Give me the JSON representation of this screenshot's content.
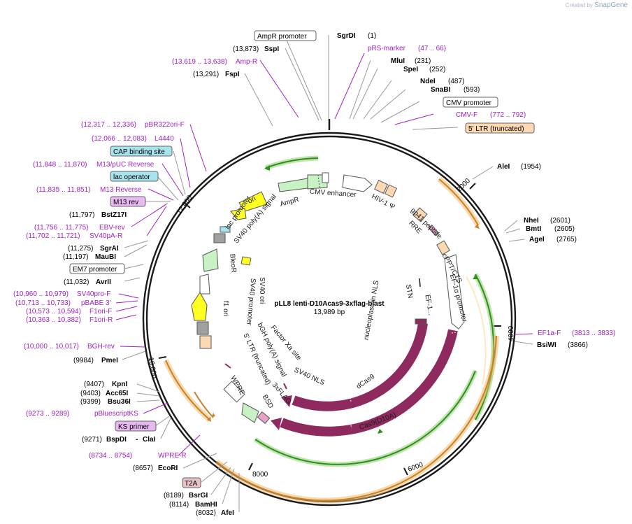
{
  "credit": {
    "prefix": "Created by",
    "brand": "SnapGene"
  },
  "plasmid": {
    "name": "pLL8 lenti-D10Acas9-3xflag-blast",
    "size": "13,989 bp"
  },
  "ticks": [
    "2000",
    "4000",
    "6000",
    "8000",
    "10,000",
    "12,000"
  ],
  "colors": {
    "primer": "#a020c8",
    "backbone": "#1a1a1a",
    "orange": "#f4b966",
    "green": "#72c44a",
    "maroon": "#8f2a5e"
  },
  "labels": {
    "l1": {
      "text": "SgrDI",
      "pos": "(1)"
    },
    "l2": {
      "text": "pRS-marker",
      "pos": "(47 .. 66)"
    },
    "l3": {
      "text": "MluI",
      "pos": "(231)"
    },
    "l4": {
      "text": "SpeI",
      "pos": "(252)"
    },
    "l5": {
      "text": "NdeI",
      "pos": "(487)"
    },
    "l6": {
      "text": "SnaBI",
      "pos": "(593)"
    },
    "l7": {
      "text": "CMV promoter"
    },
    "l8": {
      "text": "CMV-F",
      "pos": "(772 .. 792)"
    },
    "l9": {
      "text": "5' LTR (truncated)"
    },
    "l10": {
      "text": "AleI",
      "pos": "(1954)"
    },
    "l11": {
      "text": "NheI",
      "pos": "(2601)"
    },
    "l12": {
      "text": "BmtI",
      "pos": "(2605)"
    },
    "l13": {
      "text": "AgeI",
      "pos": "(2765)"
    },
    "l14": {
      "text": "EF1a-F",
      "pos": "(3813 .. 3833)"
    },
    "l15": {
      "text": "BsiWI",
      "pos": "(3866)"
    },
    "l16": {
      "text": "AmpR promoter"
    },
    "l17": {
      "text": "SspI",
      "pos": "(13,873)"
    },
    "l18": {
      "text": "Amp-R",
      "pos": "(13,619 .. 13,638)"
    },
    "l19": {
      "text": "FspI",
      "pos": "(13,291)"
    },
    "l20": {
      "text": "pBR322ori-F",
      "pos": "(12,317 .. 12,336)"
    },
    "l21": {
      "text": "L4440",
      "pos": "(12,066 .. 12,083)"
    },
    "l22": {
      "text": "CAP binding site"
    },
    "l23": {
      "text": "M13/pUC Reverse",
      "pos": "(11,848 .. 11,870)"
    },
    "l24": {
      "text": "lac operator"
    },
    "l25": {
      "text": "M13 Reverse",
      "pos": "(11,835 .. 11,851)"
    },
    "l26": {
      "text": "M13 rev"
    },
    "l27": {
      "text": "BstZ17I",
      "pos": "(11,797)"
    },
    "l28": {
      "text": "EBV-rev",
      "pos": "(11,756 .. 11,775)"
    },
    "l29": {
      "text": "SV40pA-R",
      "pos": "(11,702 .. 11,721)"
    },
    "l30": {
      "text": "SgrAI",
      "pos": "(11,275)"
    },
    "l31": {
      "text": "MauBI",
      "pos": "(11,197)"
    },
    "l32": {
      "text": "EM7 promoter"
    },
    "l33": {
      "text": "AvrII",
      "pos": "(11,032)"
    },
    "l34": {
      "text": "SV40pro-F",
      "pos": "(10,960 .. 10,979)"
    },
    "l35": {
      "text": "pBABE 3'",
      "pos": "(10,713 .. 10,733)"
    },
    "l36": {
      "text": "F1ori-F",
      "pos": "(10,573 .. 10,594)"
    },
    "l37": {
      "text": "F1ori-R",
      "pos": "(10,363 .. 10,382)"
    },
    "l38": {
      "text": "BGH-rev",
      "pos": "(10,000 .. 10,017)"
    },
    "l39": {
      "text": "PmeI",
      "pos": "(9984)"
    },
    "l40": {
      "text": "KpnI",
      "pos": "(9407)"
    },
    "l41": {
      "text": "Acc65I",
      "pos": "(9403)"
    },
    "l42": {
      "text": "Bsu36I",
      "pos": "(9399)"
    },
    "l43": {
      "text": "pBluescriptKS",
      "pos": "(9273 .. 9289)"
    },
    "l44": {
      "text": "KS primer"
    },
    "l45": {
      "text": "BspDI",
      "extra": "ClaI",
      "pos": "(9271)"
    },
    "l46": {
      "text": "WPRE-R",
      "pos": "(8734 .. 8754)"
    },
    "l47": {
      "text": "EcoRI",
      "pos": "(8657)"
    },
    "l48": {
      "text": "T2A"
    },
    "l49": {
      "text": "BsrGI",
      "pos": "(8189)"
    },
    "l50": {
      "text": "BamHI",
      "pos": "(8114)"
    },
    "l51": {
      "text": "AfeI",
      "pos": "(8032)"
    }
  },
  "features": {
    "cmv_enhancer": "CMV enhancer",
    "hiv_psi": "HIV-1 Ψ",
    "rre": "RRE",
    "gp41": "gp41 peptide",
    "cppt": "cPPT/CTS",
    "ef1a": "EF-1α promoter",
    "ef1_short": "EF-1...",
    "stn": "STN",
    "nucleoplasmin": "nucleoplasmin NLS",
    "dcas9": "dCas9",
    "cas9d10a": "Cas9(D10A)",
    "sv40nls": "SV40 NLS",
    "factorxa": "Factor Xa site",
    "flag": "3xFLAG",
    "bsd": "BSD",
    "wpre": "WPRE",
    "ltr3": "5' LTR (truncated)",
    "bgh": "bGH poly(A) signal",
    "f1ori": "f1 ori",
    "sv40prom": "SV40 promoter",
    "bleor": "BleoR",
    "sv40ori": "SV40 ori",
    "sv40polya": "SV40 poly(A) signal",
    "lacprom": "lac promoter",
    "ori": "ori",
    "ampr": "AmpR"
  }
}
